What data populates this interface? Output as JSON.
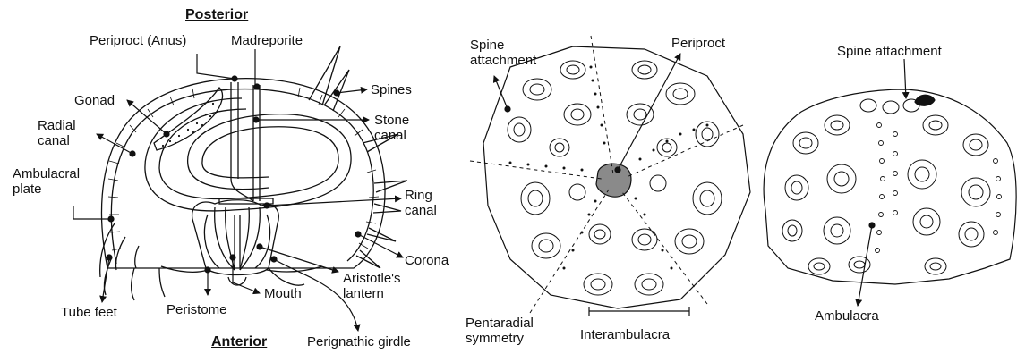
{
  "section_labels": {
    "posterior": "Posterior",
    "anterior": "Anterior"
  },
  "longitudinal_section": {
    "periproct_anus": "Periproct (Anus)",
    "madreporite": "Madreporite",
    "spines": "Spines",
    "gonad": "Gonad",
    "radial_canal": [
      "Radial",
      "canal"
    ],
    "stone_canal": [
      "Stone",
      "canal"
    ],
    "ambulacral_plate": [
      "Ambulacral",
      "plate"
    ],
    "ring_canal": [
      "Ring",
      "canal"
    ],
    "corona": "Corona",
    "aristotles_lantern": [
      "Aristotle's",
      "lantern"
    ],
    "mouth": "Mouth",
    "tube_feet": "Tube feet",
    "peristome": "Peristome",
    "perignathic_girdle": "Perignathic girdle"
  },
  "aboral_view": {
    "spine_attachment": [
      "Spine",
      "attachment"
    ],
    "periproct": "Periproct",
    "pentaradial_symmetry": [
      "Pentaradial",
      "symmetry"
    ],
    "interambulacra": "Interambulacra"
  },
  "lateral_view": {
    "spine_attachment": "Spine attachment",
    "ambulacra": "Ambulacra"
  },
  "colors": {
    "ink": "#111111",
    "periproct_fill": "#8a8a8a",
    "background": "#ffffff"
  }
}
